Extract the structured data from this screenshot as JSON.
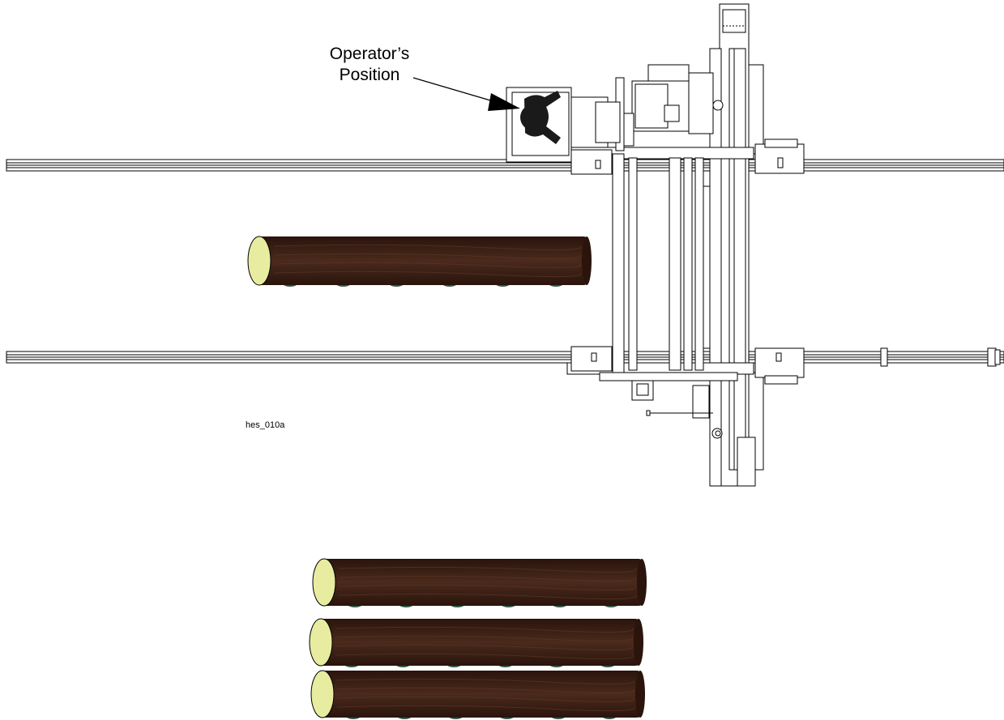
{
  "labels": {
    "operator_line1": "Operator’s",
    "operator_line2": "Position",
    "figure_id": "hes_010a"
  },
  "colors": {
    "log_bark": "#3f2418",
    "log_bark_dark": "#2a140c",
    "log_end": "#e8eca0",
    "log_knot": "#2f5a48",
    "line": "#000000",
    "operator_seat": "#1a1a1a"
  },
  "logs": [
    {
      "name": "log-on-bed"
    },
    {
      "name": "log-stack-1"
    },
    {
      "name": "log-stack-2"
    },
    {
      "name": "log-stack-3"
    }
  ]
}
